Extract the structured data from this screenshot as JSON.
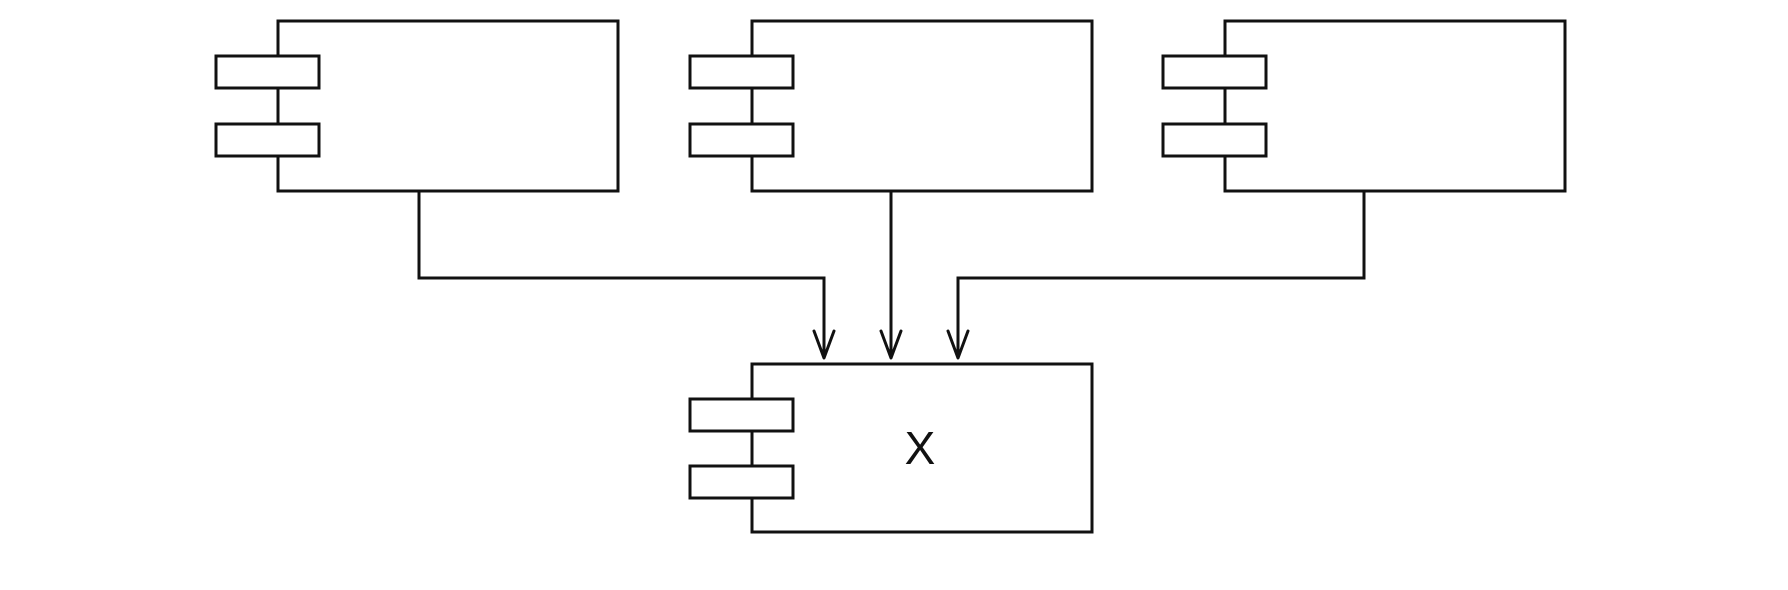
{
  "diagram": {
    "type": "uml-component-diagram",
    "components": [
      {
        "id": "component-1",
        "label": ""
      },
      {
        "id": "component-2",
        "label": ""
      },
      {
        "id": "component-3",
        "label": ""
      },
      {
        "id": "component-x",
        "label": "X"
      }
    ],
    "dependencies": [
      {
        "from": "component-1",
        "to": "component-x"
      },
      {
        "from": "component-2",
        "to": "component-x"
      },
      {
        "from": "component-3",
        "to": "component-x"
      }
    ]
  }
}
